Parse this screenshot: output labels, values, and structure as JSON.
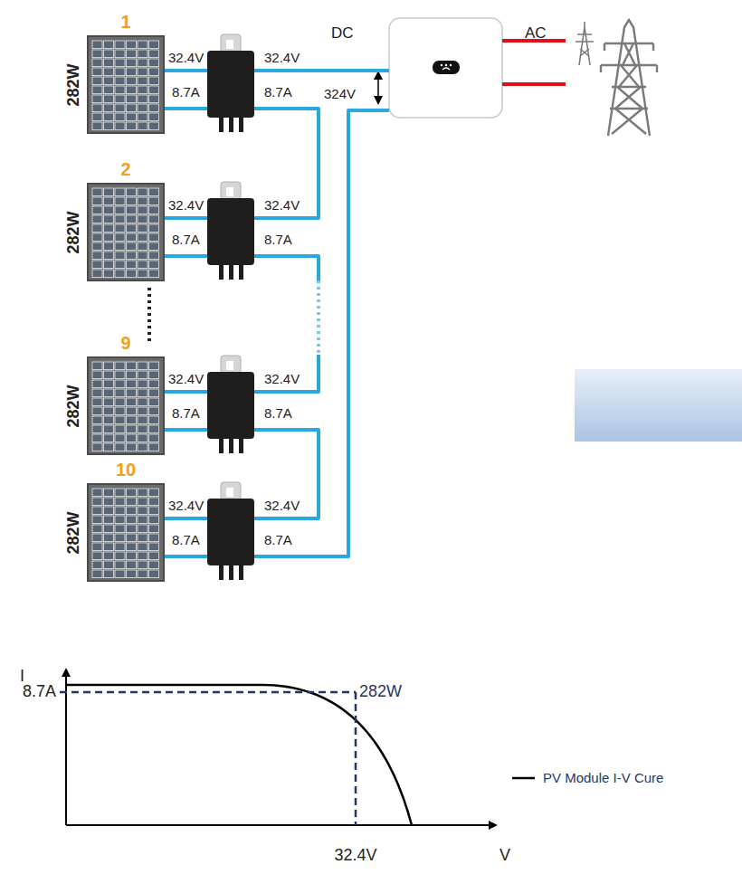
{
  "diagram": {
    "nodes": [
      {
        "text": [
          "1",
          "282W"
        ]
      },
      {
        "text": [
          "2",
          "282W"
        ]
      },
      {
        "text": [
          "9",
          "282W"
        ]
      },
      {
        "text": [
          "10",
          "282W"
        ]
      }
    ],
    "labels": [
      "32.4V",
      "32.4V",
      "8.7A",
      "8.7A",
      "32.4V",
      "32.4V",
      "8.7A",
      "8.7A",
      "32.4V",
      "32.4V",
      "8.7A",
      "8.7A",
      "32.4V",
      "32.4V",
      "8.7A",
      "8.7A",
      "DC",
      "324V",
      "AC",
      "I",
      "8.7A",
      "282W",
      "32.4V",
      "V"
    ],
    "legend": [
      {
        "text": "PV Module I-V Cure"
      }
    ]
  }
}
